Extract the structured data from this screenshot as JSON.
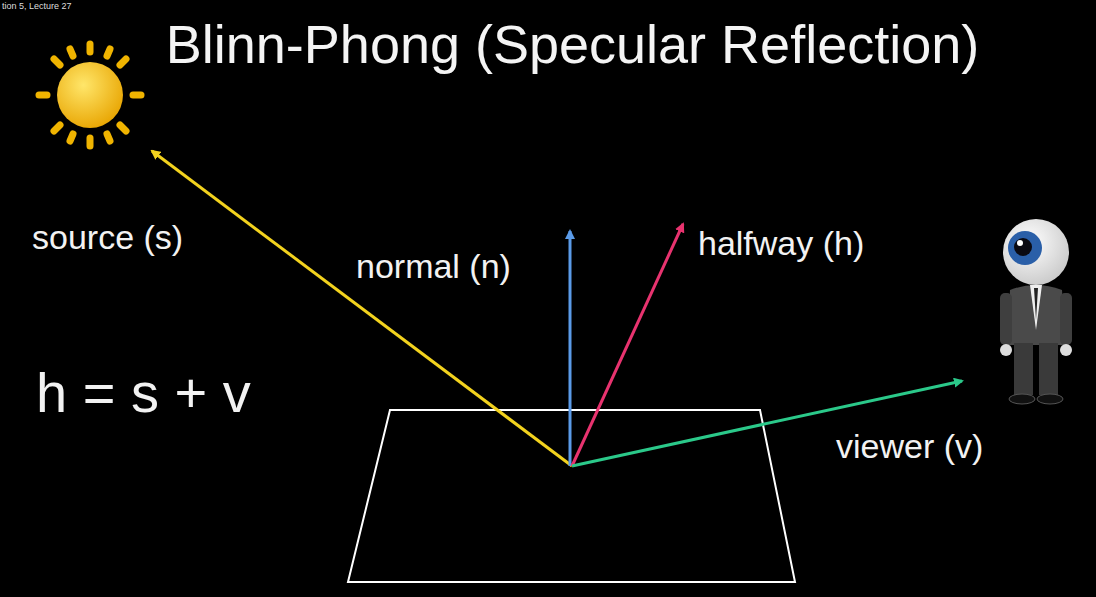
{
  "diagram": {
    "title": "Blinn-Phong (Specular Reflection)",
    "labels": [
      "tion 5, Lecture 27",
      "source (s)",
      "normal (n)",
      "halfway (h)",
      "viewer (v)",
      "h = s + v"
    ]
  }
}
